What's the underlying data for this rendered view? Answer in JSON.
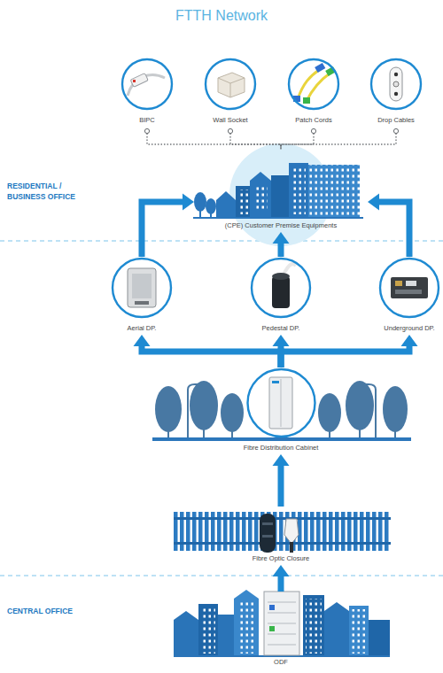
{
  "diagram": {
    "title": "FTTH Network",
    "nodes": [
      {
        "text": [
          "BIPC"
        ]
      },
      {
        "text": [
          "Wall Socket"
        ]
      },
      {
        "text": [
          "Patch Cords"
        ]
      },
      {
        "text": [
          "Drop Cables"
        ]
      },
      {
        "text": [
          "(CPE) Customer Premise Equipments"
        ]
      },
      {
        "text": [
          "Aerial DP."
        ]
      },
      {
        "text": [
          "Pedestal DP."
        ]
      },
      {
        "text": [
          "Underground DP."
        ]
      },
      {
        "text": [
          "Fibre Distribution Cabinet"
        ]
      },
      {
        "text": [
          "Fibre Optic Closure"
        ]
      },
      {
        "text": [
          "ODF"
        ]
      }
    ],
    "edges": [
      {
        "from": 10,
        "to": 9,
        "arrow": "to"
      },
      {
        "from": 9,
        "to": 8,
        "arrow": "to"
      },
      {
        "from": 8,
        "to": 5,
        "arrow": "to"
      },
      {
        "from": 8,
        "to": 6,
        "arrow": "to"
      },
      {
        "from": 8,
        "to": 7,
        "arrow": "to"
      },
      {
        "from": 5,
        "to": 4,
        "arrow": "to"
      },
      {
        "from": 6,
        "to": 4,
        "arrow": "to"
      },
      {
        "from": 7,
        "to": 4,
        "arrow": "to"
      },
      {
        "from": 0,
        "to": 4,
        "arrow": "none"
      },
      {
        "from": 1,
        "to": 4,
        "arrow": "none"
      },
      {
        "from": 2,
        "to": 4,
        "arrow": "none"
      },
      {
        "from": 3,
        "to": 4,
        "arrow": "none"
      }
    ],
    "labels": [
      "RESIDENTIAL / BUSINESS OFFICE",
      "CENTRAL OFFICE"
    ]
  }
}
